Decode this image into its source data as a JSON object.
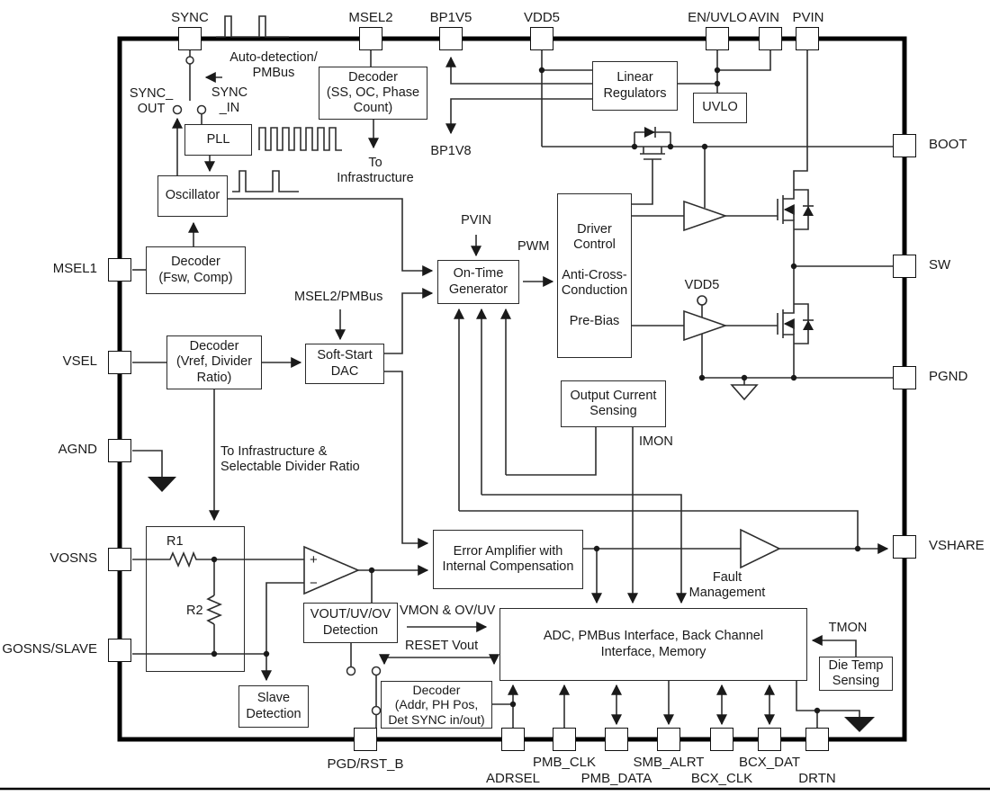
{
  "colors": {
    "ink": "#1a1a1a",
    "background": "#ffffff"
  },
  "pins": {
    "top": [
      {
        "label": "SYNC"
      },
      {
        "label": "MSEL2"
      },
      {
        "label": "BP1V5"
      },
      {
        "label": "VDD5"
      },
      {
        "label": "EN/UVLO"
      },
      {
        "label": "AVIN"
      },
      {
        "label": "PVIN"
      }
    ],
    "left": [
      {
        "label": "MSEL1"
      },
      {
        "label": "VSEL"
      },
      {
        "label": "AGND"
      },
      {
        "label": "VOSNS"
      },
      {
        "label": "GOSNS/SLAVE"
      }
    ],
    "right": [
      {
        "label": "BOOT"
      },
      {
        "label": "SW"
      },
      {
        "label": "PGND"
      },
      {
        "label": "VSHARE"
      }
    ],
    "bottom": [
      {
        "label": "PGD/RST_B"
      },
      {
        "label": "ADRSEL"
      },
      {
        "label": "PMB_CLK"
      },
      {
        "label": "PMB_DATA"
      },
      {
        "label": "SMB_ALRT"
      },
      {
        "label": "BCX_CLK"
      },
      {
        "label": "BCX_DAT"
      },
      {
        "label": "DRTN"
      }
    ]
  },
  "blocks": {
    "pll": {
      "label": "PLL"
    },
    "oscillator": {
      "label": "Oscillator"
    },
    "decoder_ss": {
      "label": "Decoder\n(SS, OC, Phase\nCount)"
    },
    "linear_regulators": {
      "label": "Linear\nRegulators"
    },
    "uvlo": {
      "label": "UVLO"
    },
    "decoder_fsw": {
      "label": "Decoder\n(Fsw, Comp)"
    },
    "decoder_vref": {
      "label": "Decoder\n(Vref, Divider\nRatio)"
    },
    "soft_start_dac": {
      "label": "Soft-Start\nDAC"
    },
    "on_time_generator": {
      "label": "On-Time\nGenerator"
    },
    "driver_control": {
      "label": "Driver\nControl\n\nAnti-Cross-\nConduction\n\nPre-Bias"
    },
    "output_current_sensing": {
      "label": "Output Current\nSensing"
    },
    "error_amplifier": {
      "label": "Error Amplifier with\nInternal Compensation"
    },
    "vout_uv_ov": {
      "label": "VOUT/UV/OV\nDetection"
    },
    "slave_detection": {
      "label": "Slave\nDetection"
    },
    "decoder_addr": {
      "label": "Decoder\n(Addr, PH Pos,\nDet SYNC in/out)"
    },
    "adc_pmbus": {
      "label": "ADC, PMBus Interface, Back Channel\nInterface,  Memory"
    },
    "die_temp": {
      "label": "Die Temp\nSensing"
    }
  },
  "annotations": {
    "auto_detection": "Auto-detection/\nPMBus",
    "sync_out": "SYNC_\nOUT",
    "sync_in": "SYNC\n_IN",
    "to_infrastructure": "To\nInfrastructure",
    "bp1v8": "BP1V8",
    "msel2_pmbus": "MSEL2/PMBus",
    "pvin_internal": "PVIN",
    "pwm": "PWM",
    "vdd5_internal": "VDD5",
    "to_infra_divider": "To Infrastructure &\nSelectable Divider Ratio",
    "r1": "R1",
    "r2": "R2",
    "imon": "IMON",
    "vmon": "VMON & OV/UV",
    "reset_vout": "RESET Vout",
    "fault_management": "Fault\nManagement",
    "tmon": "TMON",
    "opamp_plus": "+",
    "opamp_minus": "−"
  }
}
